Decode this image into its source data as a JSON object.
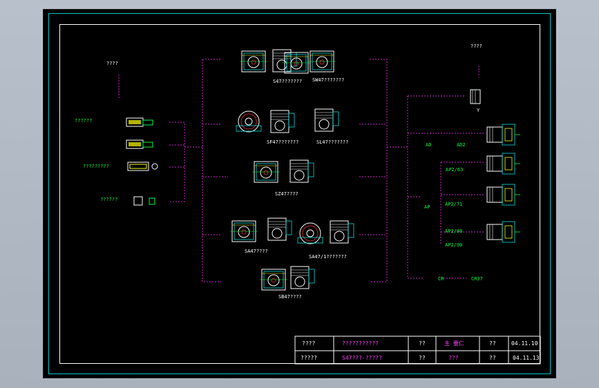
{
  "labels": {
    "top_left": "????",
    "left_1": "??????",
    "left_3": "?????????",
    "left_4": "??????",
    "top_right": "????",
    "y": "Y",
    "sw_1": "S47???????",
    "sw_2": "SW47???????",
    "sf": "SF47???????",
    "sl": "SL47???????",
    "sz": "SZ47????",
    "sa1": "SA47????",
    "sa2": "SA47/1???????",
    "sb": "SB47????",
    "ad": "AD",
    "ad2": "AD2",
    "ap2_63": "AP2/63",
    "ap": "AP",
    "ap2_71": "AP2/71",
    "ap2_80": "AP2/80",
    "ap2_90": "AP2/90",
    "cr": "CR",
    "cr37": "CR37"
  },
  "title_block": {
    "r1c1": "????",
    "r1c2": "???????????",
    "r1c3": "??",
    "r1c4": "主 要仁",
    "r1c5": "??",
    "r1c6": "04.11.10",
    "r2c1": "?????",
    "r2c2": "S47???-?????",
    "r2c3": "??",
    "r2c4": "???",
    "r2c5": "??",
    "r2c6": "04.11.13"
  },
  "colors": {
    "background": "#000000",
    "border_outer": "#00c8c8",
    "border_inner": "#ffffff",
    "connector": "#d020d0",
    "label_green": "#00ff3c",
    "label_magenta": "#ff40ff",
    "part_white": "#ffffff",
    "part_cyan": "#00e0e0",
    "part_yellow": "#ffff00",
    "part_green": "#00ff3c"
  }
}
